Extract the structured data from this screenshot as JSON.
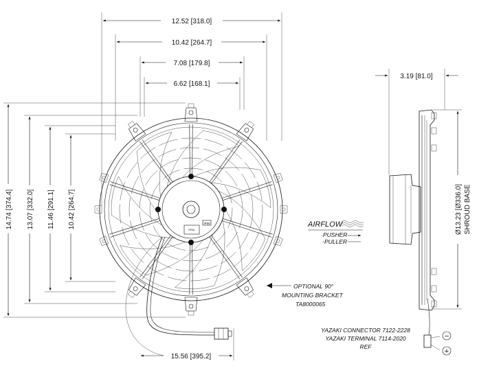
{
  "dimensions": {
    "shroud_width": "12.52 [318.0]",
    "bracket_span_outer": "10.42 [264.7]",
    "bolt_span_outer": "7.08 [179.8]",
    "bolt_span_inner": "6.62 [168.1]",
    "overall_height": "14.74 [374.4]",
    "shroud_height": "13.07 [332.0]",
    "mount_height_outer": "11.46 [291.1]",
    "mount_height_inner": "10.42 [264.7]",
    "depth": "3.19 [81.0]",
    "shroud_base_diameter": "Ø13.23 [Ø336.0]",
    "shroud_base_label": "SHROUD BASE",
    "lead_length": "15.56 [395.2]"
  },
  "notes": {
    "airflow_label": "AIRFLOW",
    "pusher": "PUSHER",
    "puller": "PULLER",
    "bracket_line1": "OPTIONAL 90°",
    "bracket_line2": "MOUNTING BRACKET",
    "bracket_line3": "TA8000065",
    "connector_line1": "YAZAKI CONNECTOR 7122-2228",
    "connector_line2": "YAZAKI TERMINAL 7114-2020",
    "connector_line3": "REF",
    "minus_symbol": "−",
    "plus_symbol": "+"
  },
  "motor_labels": {
    "brand": "SPAL",
    "ip": "IP68"
  },
  "colors": {
    "line": "#111111",
    "background": "#ffffff"
  }
}
